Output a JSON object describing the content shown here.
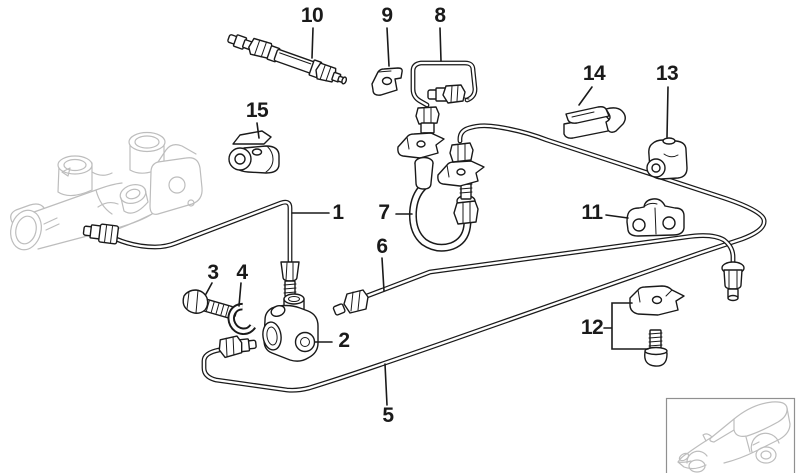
{
  "colors": {
    "ink": "#1a1a1a",
    "ghost": "#bdbdbd",
    "box_border": "#909090",
    "background": "#ffffff"
  },
  "callouts": [
    {
      "n": "1"
    },
    {
      "n": "2"
    },
    {
      "n": "3"
    },
    {
      "n": "4"
    },
    {
      "n": "5"
    },
    {
      "n": "6"
    },
    {
      "n": "7"
    },
    {
      "n": "8"
    },
    {
      "n": "9"
    },
    {
      "n": "10"
    },
    {
      "n": "11"
    },
    {
      "n": "12"
    },
    {
      "n": "13"
    },
    {
      "n": "14"
    },
    {
      "n": "15"
    }
  ],
  "inset": {
    "icon": "car-outline-icon"
  }
}
